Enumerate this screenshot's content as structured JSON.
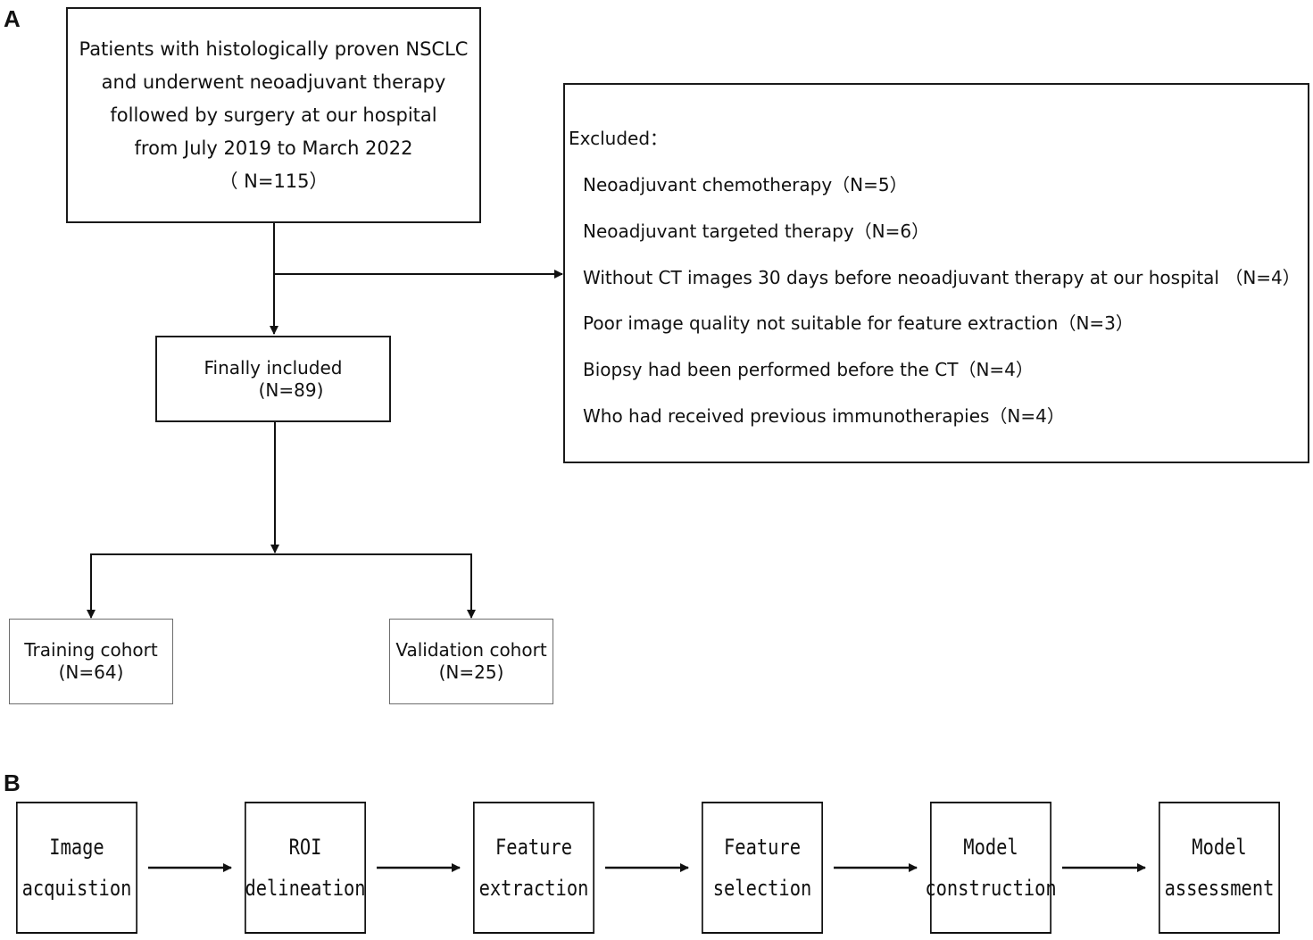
{
  "panel_a_label": "A",
  "panel_b_label": "B",
  "patients_box": {
    "lines": [
      "Patients with histologically proven NSCLC",
      "and underwent neoadjuvant therapy",
      "followed by surgery at our hospital",
      "from July 2019 to March 2022",
      "（ N=115）"
    ]
  },
  "excluded_box": {
    "heading": "Excluded：",
    "items": [
      "Neoadjuvant chemotherapy（N=5）",
      "Neoadjuvant  targeted therapy（N=6）",
      "Without CT images 30 days before neoadjuvant therapy at our hospital （N=4）",
      "Poor image quality not suitable for feature extraction（N=3）",
      "Biopsy had been performed before the CT（N=4）",
      "Who had received previous immunotherapies（N=4）"
    ]
  },
  "included_box": {
    "line1": "Finally included",
    "line2": "(N=89)"
  },
  "training_box": {
    "line1": "Training cohort",
    "line2": "(N=64)"
  },
  "validation_box": {
    "line1": "Validation cohort",
    "line2": "(N=25)"
  },
  "workflow_steps": [
    {
      "line1": "Image",
      "line2": "acquistion"
    },
    {
      "line1": "ROI",
      "line2": "delineation"
    },
    {
      "line1": "Feature",
      "line2": "extraction"
    },
    {
      "line1": "Feature",
      "line2": "selection"
    },
    {
      "line1": "Model",
      "line2": "construction"
    },
    {
      "line1": "Model",
      "line2": "assessment"
    }
  ]
}
